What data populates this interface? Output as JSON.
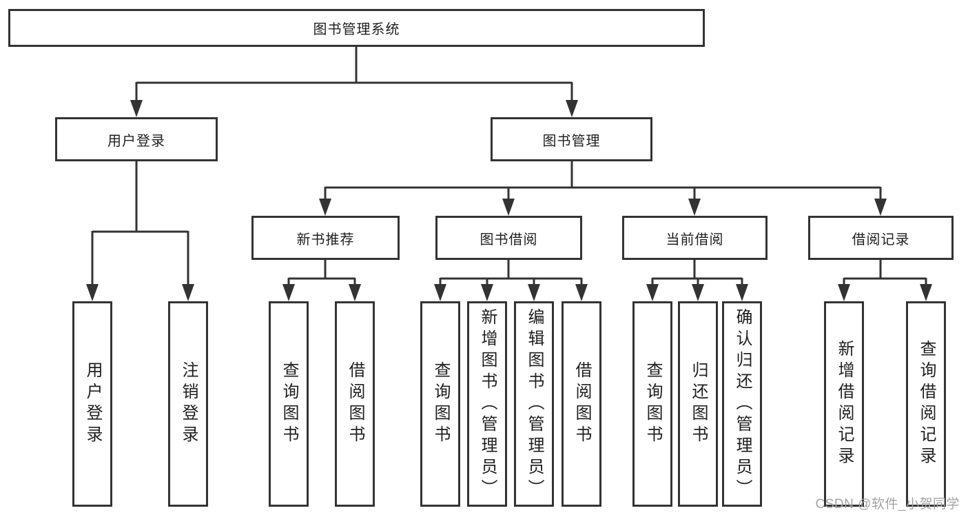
{
  "diagram": {
    "root": {
      "label": "图书管理系统"
    },
    "user_login": {
      "label": "用户登录",
      "children": [
        {
          "label": "用户登录"
        },
        {
          "label": "注销登录"
        }
      ]
    },
    "book_mgmt": {
      "label": "图书管理",
      "children": [
        {
          "label": "新书推荐",
          "children": [
            {
              "label": "查询图书"
            },
            {
              "label": "借阅图书"
            }
          ]
        },
        {
          "label": "图书借阅",
          "children": [
            {
              "label": "查询图书"
            },
            {
              "label": "新增图书（管理员）"
            },
            {
              "label": "编辑图书（管理员）"
            },
            {
              "label": "借阅图书"
            }
          ]
        },
        {
          "label": "当前借阅",
          "children": [
            {
              "label": "查询图书"
            },
            {
              "label": "归还图书"
            },
            {
              "label": "确认归还（管理员）"
            }
          ]
        },
        {
          "label": "借阅记录",
          "children": [
            {
              "label": "新增借阅记录"
            },
            {
              "label": "查询借阅记录"
            }
          ]
        }
      ]
    }
  },
  "watermark": {
    "text": "CSDN @软件_小贺同学"
  },
  "colors": {
    "line": "#333333",
    "text": "#1f1f1f",
    "background": "#ffffff",
    "watermark": "#a3a3a3"
  }
}
